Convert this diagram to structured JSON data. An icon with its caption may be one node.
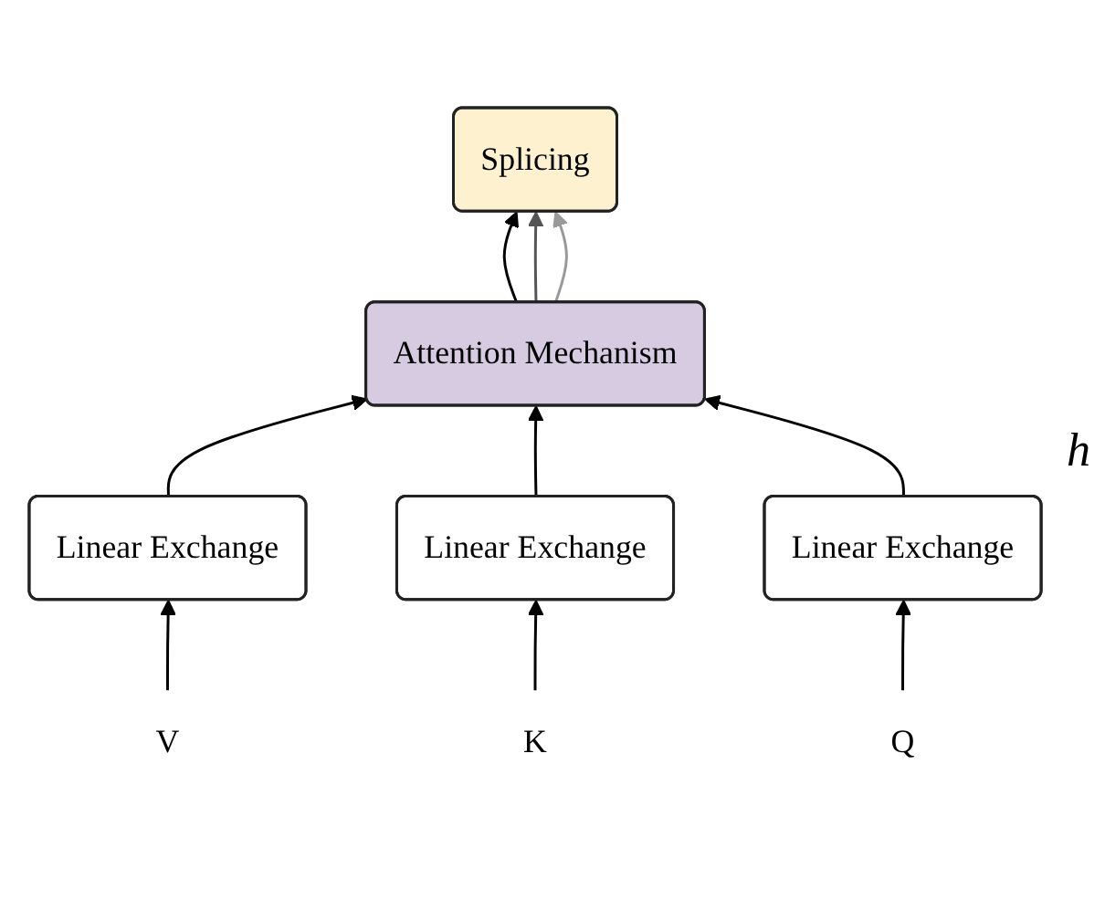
{
  "diagram": {
    "nodes": [
      {
        "text": [
          "Splicing"
        ]
      },
      {
        "text": [
          "Attention Mechanism"
        ]
      },
      {
        "text": [
          "Linear Exchange"
        ]
      },
      {
        "text": [
          "Linear Exchange"
        ]
      },
      {
        "text": [
          "Linear Exchange"
        ]
      },
      {
        "text": [
          "V"
        ]
      },
      {
        "text": [
          "K"
        ]
      },
      {
        "text": [
          "Q"
        ]
      }
    ],
    "edges": [
      {
        "from": 5,
        "to": 2,
        "arrow": "to"
      },
      {
        "from": 6,
        "to": 3,
        "arrow": "to"
      },
      {
        "from": 7,
        "to": 4,
        "arrow": "to"
      },
      {
        "from": 2,
        "to": 1,
        "arrow": "to"
      },
      {
        "from": 3,
        "to": 1,
        "arrow": "to"
      },
      {
        "from": 4,
        "to": 1,
        "arrow": "to"
      },
      {
        "from": 1,
        "to": 0,
        "arrow": "to"
      },
      {
        "from": 1,
        "to": 0,
        "arrow": "to",
        "color": "#555555"
      },
      {
        "from": 1,
        "to": 0,
        "arrow": "to",
        "color": "#999999"
      }
    ],
    "labels": [
      "h"
    ]
  }
}
